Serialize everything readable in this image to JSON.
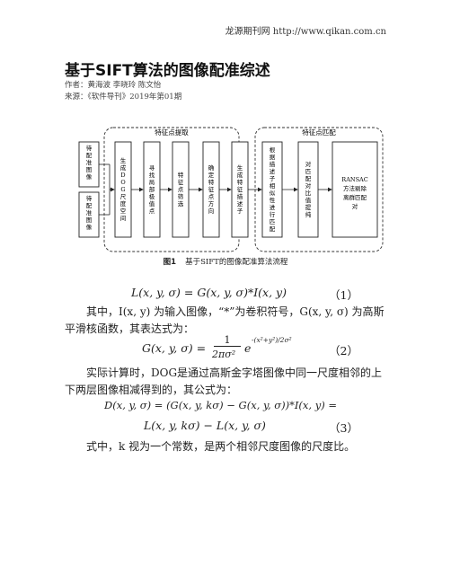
{
  "header": {
    "watermark": "龙源期刊网 http://www.qikan.com.cn"
  },
  "article": {
    "title": "基于SIFT算法的图像配准综述",
    "authors": "作者：黄海波 李晓玲 陈文怡",
    "source": "来源：《软件导刊》2019年第01期"
  },
  "figure": {
    "inputs": [
      "待配准图像",
      "待配准图像"
    ],
    "group1_label": "特征点提取",
    "group2_label": "特征点匹配",
    "steps": [
      "生成DOG尺度空间",
      "寻找局部极值点",
      "特征点筛选",
      "确定特征点方向",
      "生成特征描述子",
      "根据描述子相似性进行匹配",
      "对匹配对比值提纯",
      "RANSAC方法剔除离群匹配对"
    ],
    "caption_no": "图1",
    "caption_text": "基于SIFT的图像配准算法流程"
  },
  "equations": {
    "eq1": "L(x, y, σ) = G(x, y, σ)*I(x, y)",
    "eq1_no": "（1）",
    "eq2_lhs": "G(x, y, σ) =",
    "eq2_frac_top": "1",
    "eq2_frac_bottom": "2πσ²",
    "eq2_exp_base": "e",
    "eq2_exponent": "-(x²+y²)/2σ²",
    "eq2_no": "（2）",
    "eq3_line1": "D(x, y, σ) = (G(x, y, kσ) − G(x, y, σ))*I(x, y) =",
    "eq3_line2": "L(x, y, kσ) − L(x, y, σ)",
    "eq3_no": "（3）"
  },
  "text": {
    "para1": "其中，I(x, y) 为输入图像，“*”为卷积符号，G(x, y, σ) 为高斯平滑核函数，其表达式为：",
    "para2": "实际计算时，DOG是通过高斯金字塔图像中同一尺度相邻的上下两层图像相减得到的，其公式为：",
    "para3": "式中，k 视为一个常数，是两个相邻尺度图像的尺度比。"
  }
}
